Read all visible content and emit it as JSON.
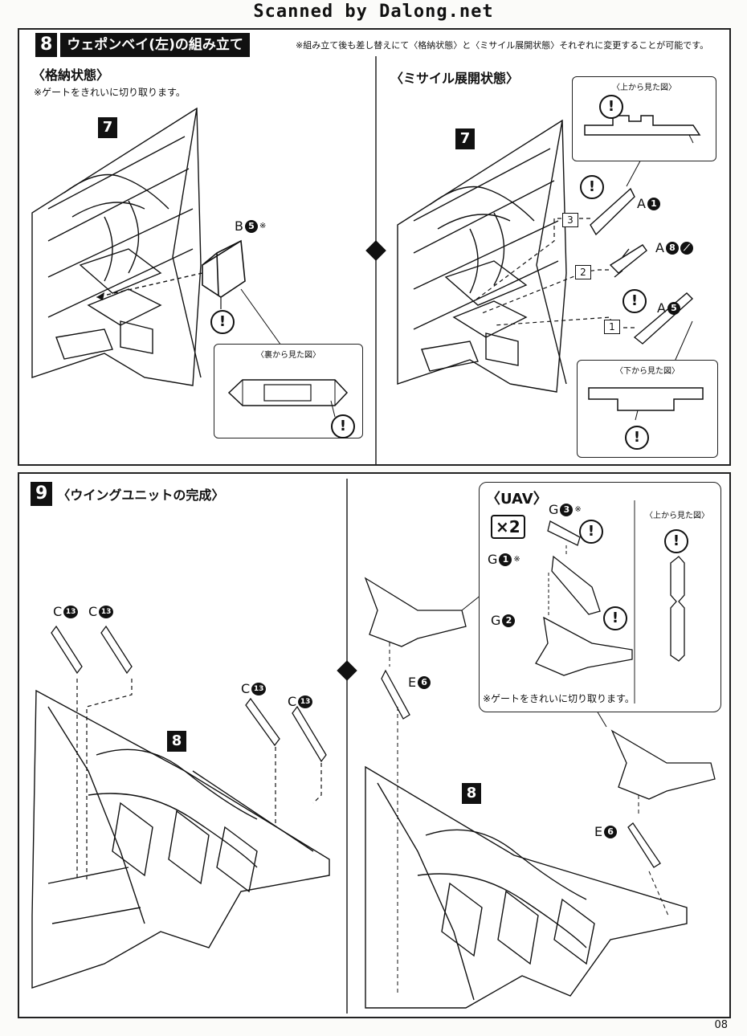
{
  "watermark": "Scanned by Dalong.net",
  "step8": {
    "number": "8",
    "title": "ウェポンベイ(左)の組み立て",
    "note": "※組み立て後も差し替えにて〈格納状態〉と〈ミサイル展開状態〉それぞれに変更することが可能です。",
    "left": {
      "heading": "〈格納状態〉",
      "note": "※ゲートをきれいに切り取ります。",
      "ref_tag": "7",
      "part_letter": "B",
      "part_num": "5",
      "part_mark": "※",
      "view_caption": "〈裏から見た図〉"
    },
    "right": {
      "heading": "〈ミサイル展開状態〉",
      "ref_tag": "7",
      "top_view_caption": "〈上から見た図〉",
      "bottom_view_caption": "〈下から見た図〉",
      "parts": [
        {
          "letter": "A",
          "num": "1",
          "order": "3"
        },
        {
          "letter": "A",
          "num": "8",
          "order": "2"
        },
        {
          "letter": "A",
          "num": "5",
          "order": "1"
        }
      ]
    }
  },
  "step9": {
    "number": "9",
    "title": "〈ウイングユニットの完成〉",
    "ref_tag_left": "8",
    "ref_tag_right": "8",
    "c_parts": [
      {
        "letter": "C",
        "num": "13"
      },
      {
        "letter": "C",
        "num": "13"
      },
      {
        "letter": "C",
        "num": "13"
      },
      {
        "letter": "C",
        "num": "13"
      }
    ],
    "uav": {
      "title": "〈UAV〉",
      "multiplier": "×2",
      "parts": [
        {
          "letter": "G",
          "num": "3",
          "mark": "※"
        },
        {
          "letter": "G",
          "num": "1",
          "mark": "※"
        },
        {
          "letter": "G",
          "num": "2",
          "mark": ""
        }
      ],
      "view_caption": "〈上から見た図〉",
      "note": "※ゲートをきれいに切り取ります。"
    },
    "e_parts": [
      {
        "letter": "E",
        "num": "6"
      },
      {
        "letter": "E",
        "num": "6"
      }
    ]
  },
  "warning_symbol": "!",
  "page_number": "08"
}
